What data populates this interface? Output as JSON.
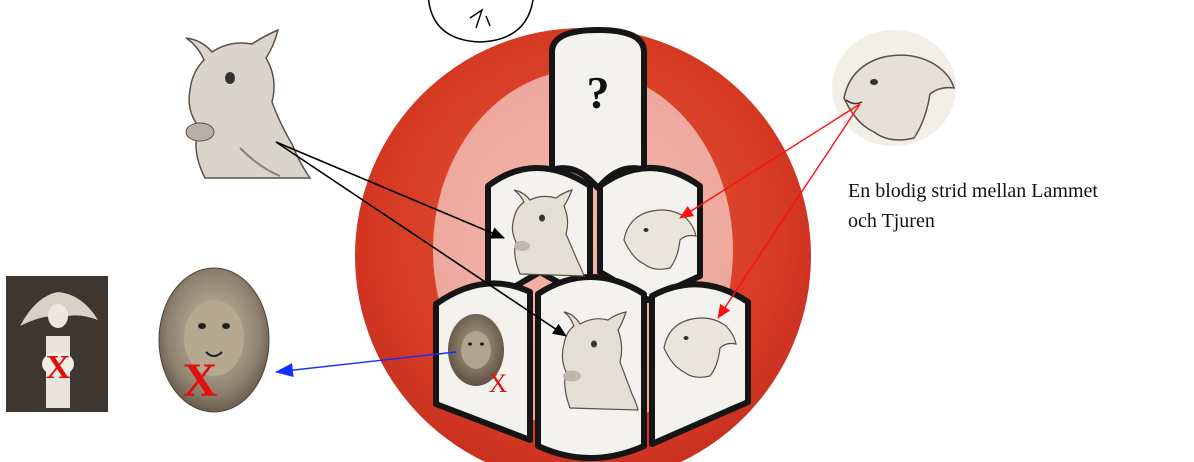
{
  "caption": {
    "line1": "En blodig strid mellan Lammet",
    "line2": "och Tjuren"
  },
  "top_cell_mark": "?",
  "cross_marks": {
    "eagle": "X",
    "lion": "X",
    "lion_cell": "X"
  },
  "figures": [
    {
      "id": "bull",
      "icon": "bull-head-icon"
    },
    {
      "id": "lamb",
      "icon": "lamb-head-icon"
    },
    {
      "id": "lion",
      "icon": "lion-head-icon"
    },
    {
      "id": "eagle",
      "icon": "eagle-on-pillar-icon"
    }
  ],
  "colors": {
    "disc_red": "#d8402a",
    "cell_fill": "#f4f2ee",
    "cell_border": "#151515",
    "cross_red": "#e01010",
    "arrow_black": "#000000",
    "arrow_red": "#ff1010",
    "arrow_blue": "#1030ff",
    "engraving": "#6b5f52"
  }
}
